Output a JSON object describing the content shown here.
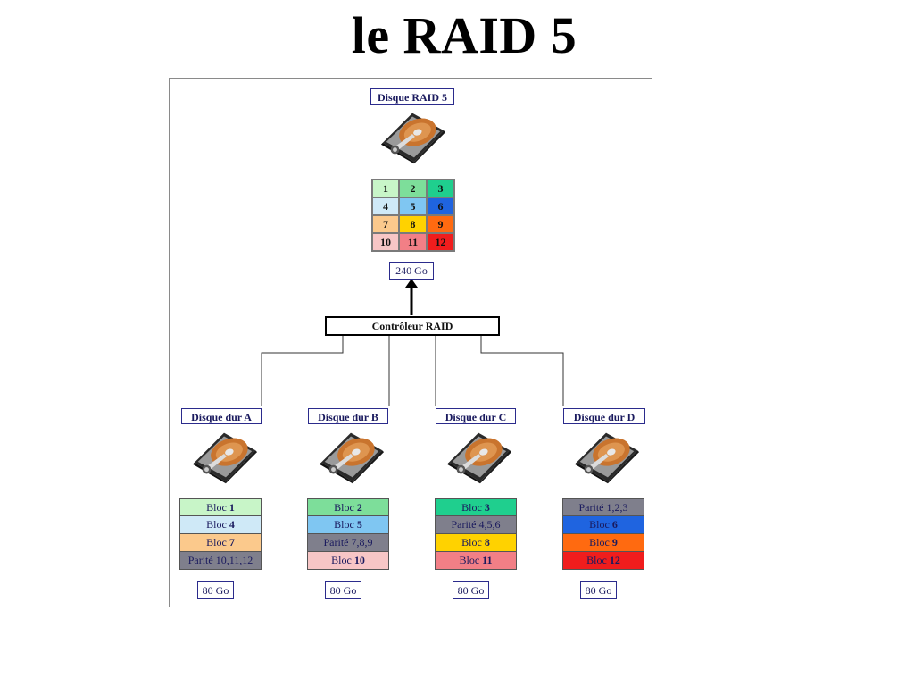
{
  "title": "le RAID 5",
  "raid_disk": {
    "label": "Disque RAID 5",
    "capacity": "240 Go",
    "grid": [
      {
        "text": "1",
        "color": "#c8f5c8"
      },
      {
        "text": "2",
        "color": "#7dde9a"
      },
      {
        "text": "3",
        "color": "#1fcf8e"
      },
      {
        "text": "4",
        "color": "#cfe9f7"
      },
      {
        "text": "5",
        "color": "#7fc6f2"
      },
      {
        "text": "6",
        "color": "#1f64e0"
      },
      {
        "text": "7",
        "color": "#fbc98c"
      },
      {
        "text": "8",
        "color": "#ffd200"
      },
      {
        "text": "9",
        "color": "#ff6a10"
      },
      {
        "text": "10",
        "color": "#f7c6c6"
      },
      {
        "text": "11",
        "color": "#f27f86"
      },
      {
        "text": "12",
        "color": "#f01d1d"
      }
    ]
  },
  "controller": {
    "label": "Contrôleur RAID"
  },
  "disks": [
    {
      "label": "Disque dur A",
      "capacity": "80 Go",
      "blocks": [
        {
          "prefix": "Bloc ",
          "num": "1",
          "color": "#c8f5c8"
        },
        {
          "prefix": "Bloc ",
          "num": "4",
          "color": "#cfe9f7"
        },
        {
          "prefix": "Bloc ",
          "num": "7",
          "color": "#fbc98c"
        },
        {
          "prefix": "Parité 10,11,12",
          "num": "",
          "color": "#7f7f8c"
        }
      ]
    },
    {
      "label": "Disque dur B",
      "capacity": "80 Go",
      "blocks": [
        {
          "prefix": "Bloc ",
          "num": "2",
          "color": "#7dde9a"
        },
        {
          "prefix": "Bloc ",
          "num": "5",
          "color": "#7fc6f2"
        },
        {
          "prefix": "Parité 7,8,9",
          "num": "",
          "color": "#7f7f8c"
        },
        {
          "prefix": "Bloc ",
          "num": "10",
          "color": "#f7c6c6"
        }
      ]
    },
    {
      "label": "Disque dur C",
      "capacity": "80 Go",
      "blocks": [
        {
          "prefix": "Bloc ",
          "num": "3",
          "color": "#1fcf8e"
        },
        {
          "prefix": "Parité 4,5,6",
          "num": "",
          "color": "#7f7f8c"
        },
        {
          "prefix": "Bloc ",
          "num": "8",
          "color": "#ffd200"
        },
        {
          "prefix": "Bloc ",
          "num": "11",
          "color": "#f27f86"
        }
      ]
    },
    {
      "label": "Disque dur D",
      "capacity": "80 Go",
      "blocks": [
        {
          "prefix": "Parité 1,2,3",
          "num": "",
          "color": "#7f7f8c"
        },
        {
          "prefix": "Bloc ",
          "num": "6",
          "color": "#1f64e0"
        },
        {
          "prefix": "Bloc ",
          "num": "9",
          "color": "#ff6a10"
        },
        {
          "prefix": "Bloc ",
          "num": "12",
          "color": "#f01d1d"
        }
      ]
    }
  ]
}
